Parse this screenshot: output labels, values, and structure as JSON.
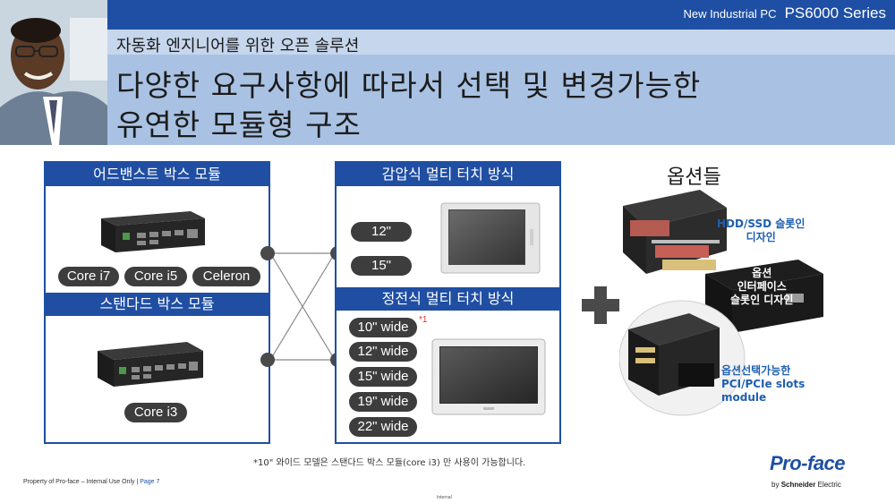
{
  "header": {
    "series_prefix": "New Industrial PC",
    "series_name": "PS6000 Series",
    "subtitle": "자동화 엔지니어를 위한 오픈 솔루션",
    "title_line1": "다양한 요구사항에 따라서 선택 및 변경가능한",
    "title_line2": "유연한 모듈형 구조"
  },
  "left_panel": {
    "advanced": {
      "heading": "어드밴스트 박스 모듈",
      "cpus": [
        "Core i7",
        "Core i5",
        "Celeron"
      ]
    },
    "standard": {
      "heading": "스탠다드 박스 모듈",
      "cpus": [
        "Core i3"
      ]
    }
  },
  "right_panel": {
    "resistive": {
      "heading": "감압식 멀티 터치 방식",
      "sizes": [
        "12\"",
        "15\""
      ]
    },
    "capacitive": {
      "heading": "정전식 멀티 터치 방식",
      "sizes": [
        "10\" wide",
        "12\" wide",
        "15\" wide",
        "19\" wide",
        "22\" wide"
      ],
      "note_marker": "*1"
    }
  },
  "options": {
    "title": "옵션들",
    "hdd_line1": "HDD/SSD 슬롯인",
    "hdd_line2": "디자인",
    "iface_line1": "옵션",
    "iface_line2": "인터페이스",
    "iface_line3": "슬롯인 디자인",
    "pci_line1": "옵션선택가능한",
    "pci_line2": "PCI/PCIe slots",
    "pci_line3": "module"
  },
  "footnote": "*10\" 와이드 모델은 스탠다드 박스 모듈(core i3) 만 사용이 가능합니다.",
  "footer": {
    "property": "Property of Pro-face – Internal Use Only |",
    "page": "Page 7",
    "internal": "Internal"
  },
  "brand": {
    "logo": "Pro-face",
    "by": "by",
    "schneider": "Schneider",
    "electric": "Electric"
  },
  "colors": {
    "brand_blue": "#1e4fa4",
    "title_band": "#a9c2e3",
    "pill": "#3d3d3d",
    "option_text": "#1e5fb0"
  }
}
